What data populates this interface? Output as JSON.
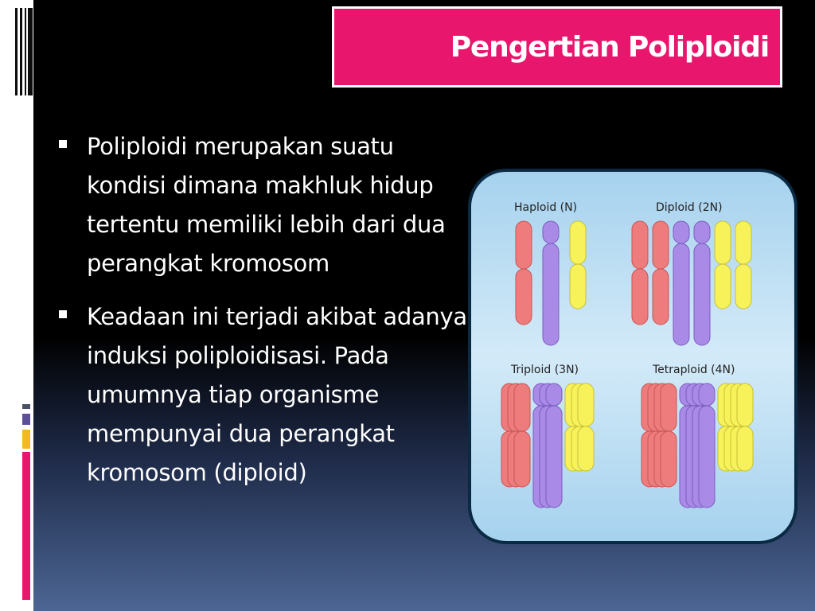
{
  "slide": {
    "title": "Pengertian Poliploidi",
    "bullets": [
      {
        "text": "Poliploidi merupakan suatu kondisi dimana makhluk hidup tertentu memiliki lebih dari dua perangkat kromosom"
      },
      {
        "text": "Keadaan ini terjadi akibat adanya induksi poliploidisasi. Pada umumnya tiap organisme mempunyai dua perangkat kromosom (diploid)"
      }
    ]
  },
  "diagram": {
    "panels": [
      {
        "label": "Haploid (N)",
        "copies": 1
      },
      {
        "label": "Diploid (2N)",
        "copies": 2
      },
      {
        "label": "Triploid (3N)",
        "copies": 3
      },
      {
        "label": "Tetraploid (4N)",
        "copies": 4
      }
    ],
    "chromosome_colors": {
      "red": "#ef7c7c",
      "purple": "#a98ae6",
      "yellow": "#f8f25a"
    }
  },
  "colors": {
    "title_background": "#e8166c",
    "left_strip_accent_yellow": "#f4b91f",
    "left_strip_accent_pink": "#e8166c"
  }
}
